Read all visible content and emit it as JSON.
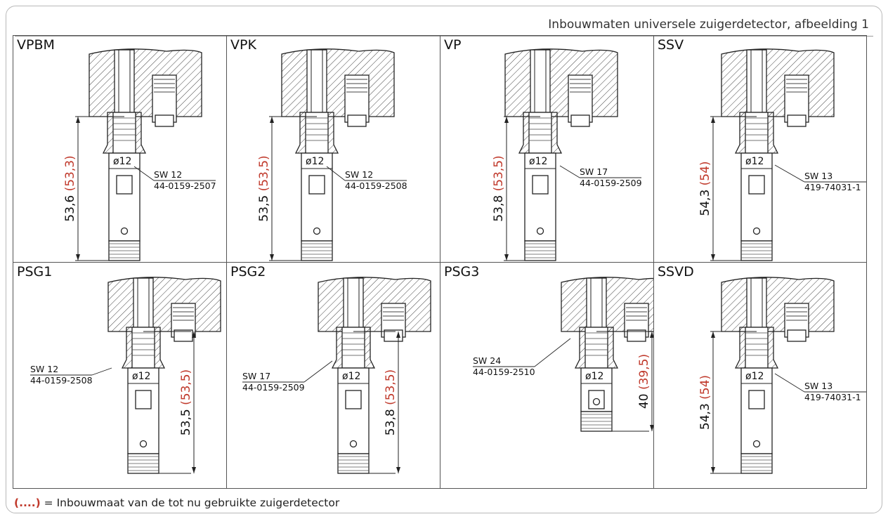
{
  "title": "Inbouwmaten universele zuigerdetector, afbeelding 1",
  "footnote": {
    "marker": "(....)",
    "text": "= Inbouwmaat van de tot nu gebruikte zuigerdetector"
  },
  "colors": {
    "accent_red": "#c0392b",
    "line": "#333333",
    "frame": "#b9b9b9"
  },
  "diameter_label": "ø12",
  "cells": [
    {
      "label": "VPBM",
      "dimension": "53,6",
      "old_dimension": "(53,3)",
      "sw": "SW 12",
      "part": "44-0159-2507"
    },
    {
      "label": "VPK",
      "dimension": "53,5",
      "old_dimension": "(53,5)",
      "sw": "SW 12",
      "part": "44-0159-2508"
    },
    {
      "label": "VP",
      "dimension": "53,8",
      "old_dimension": "(53,5)",
      "sw": "SW 17",
      "part": "44-0159-2509"
    },
    {
      "label": "SSV",
      "dimension": "54,3",
      "old_dimension": "(54)",
      "sw": "SW 13",
      "part": "419-74031-1"
    },
    {
      "label": "PSG1",
      "dimension": "53,5",
      "old_dimension": "(53,5)",
      "sw": "SW 12",
      "part": "44-0159-2508"
    },
    {
      "label": "PSG2",
      "dimension": "53,8",
      "old_dimension": "(53,5)",
      "sw": "SW 17",
      "part": "44-0159-2509"
    },
    {
      "label": "PSG3",
      "dimension": "40",
      "old_dimension": "(39,5)",
      "sw": "SW 24",
      "part": "44-0159-2510"
    },
    {
      "label": "SSVD",
      "dimension": "54,3",
      "old_dimension": "(54)",
      "sw": "SW 13",
      "part": "419-74031-1"
    }
  ]
}
